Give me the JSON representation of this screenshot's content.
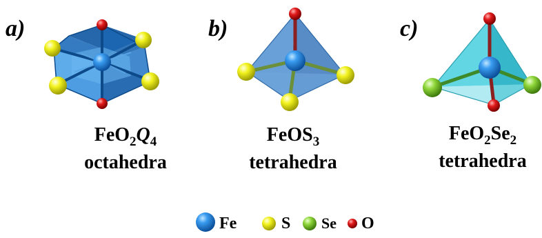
{
  "panels": [
    {
      "label": "a)",
      "formula": [
        {
          "t": "FeO",
          "sub": false,
          "italic": false
        },
        {
          "t": "2",
          "sub": true,
          "italic": false
        },
        {
          "t": "Q",
          "sub": false,
          "italic": true
        },
        {
          "t": "4",
          "sub": true,
          "italic": false
        }
      ],
      "geometry": "octahedra",
      "polyhedron_color": "#1f6fb5"
    },
    {
      "label": "b)",
      "formula": [
        {
          "t": "FeOS",
          "sub": false,
          "italic": false
        },
        {
          "t": "3",
          "sub": true,
          "italic": false
        }
      ],
      "geometry": "tetrahedra",
      "polyhedron_color": "#4f8fd0"
    },
    {
      "label": "c)",
      "formula": [
        {
          "t": "FeO",
          "sub": false,
          "italic": false
        },
        {
          "t": "2",
          "sub": true,
          "italic": false
        },
        {
          "t": "Se",
          "sub": false,
          "italic": false
        },
        {
          "t": "2",
          "sub": true,
          "italic": false
        }
      ],
      "geometry": "tetrahedra",
      "polyhedron_color": "#3cc6d6"
    }
  ],
  "legend": [
    {
      "element": "Fe",
      "color": "#1e7fd6"
    },
    {
      "element": "S",
      "color": "#e6e619"
    },
    {
      "element": "Se",
      "color": "#7ccc2a"
    },
    {
      "element": "O",
      "color": "#d11414"
    }
  ]
}
